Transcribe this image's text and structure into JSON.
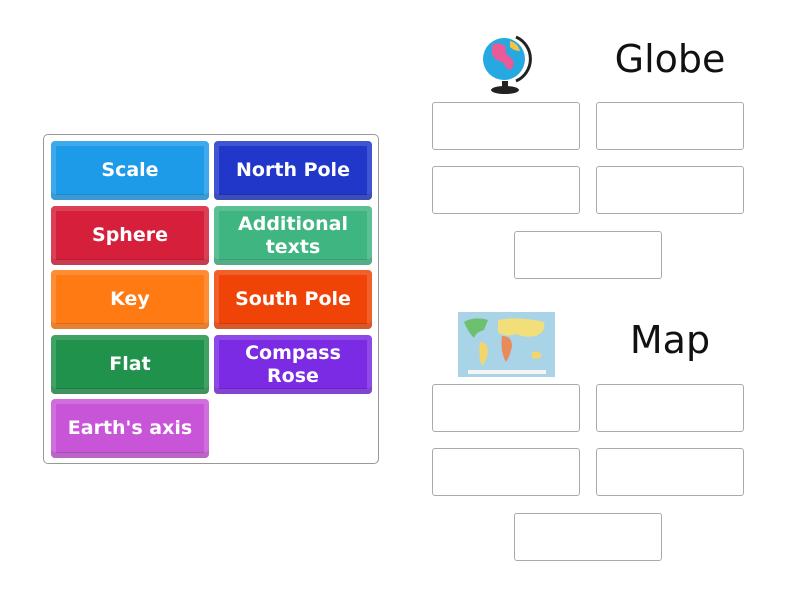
{
  "tiles": [
    {
      "label": "Scale",
      "color": "#1e9be8"
    },
    {
      "label": "North Pole",
      "color": "#2037c9"
    },
    {
      "label": "Sphere",
      "color": "#d61f3a"
    },
    {
      "label": "Additional texts",
      "color": "#3fb582"
    },
    {
      "label": "Key",
      "color": "#ff7a12"
    },
    {
      "label": "South Pole",
      "color": "#ef4307"
    },
    {
      "label": "Flat",
      "color": "#21924c"
    },
    {
      "label": "Compass Rose",
      "color": "#7a2be3"
    },
    {
      "label": "Earth's axis",
      "color": "#c855d8"
    }
  ],
  "groups": [
    {
      "title": "Globe",
      "icon": "globe-icon",
      "slots": 5
    },
    {
      "title": "Map",
      "icon": "world-map-icon",
      "slots": 5
    }
  ]
}
